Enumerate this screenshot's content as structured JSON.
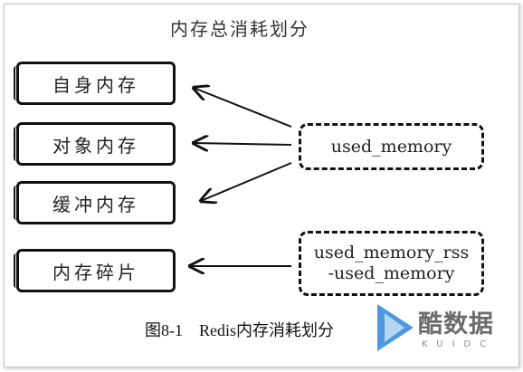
{
  "diagram": {
    "title": "内存总消耗划分",
    "categories": [
      {
        "label": "自身内存"
      },
      {
        "label": "对象内存"
      },
      {
        "label": "缓冲内存"
      },
      {
        "label": "内存碎片"
      }
    ],
    "sources": [
      {
        "lines": [
          "used_memory"
        ]
      },
      {
        "lines": [
          "used_memory_rss",
          "-used_memory"
        ]
      }
    ],
    "caption": "图8-1    Redis内存消耗划分"
  },
  "watermark": {
    "name": "酷数据",
    "sub": "KUIDC"
  }
}
